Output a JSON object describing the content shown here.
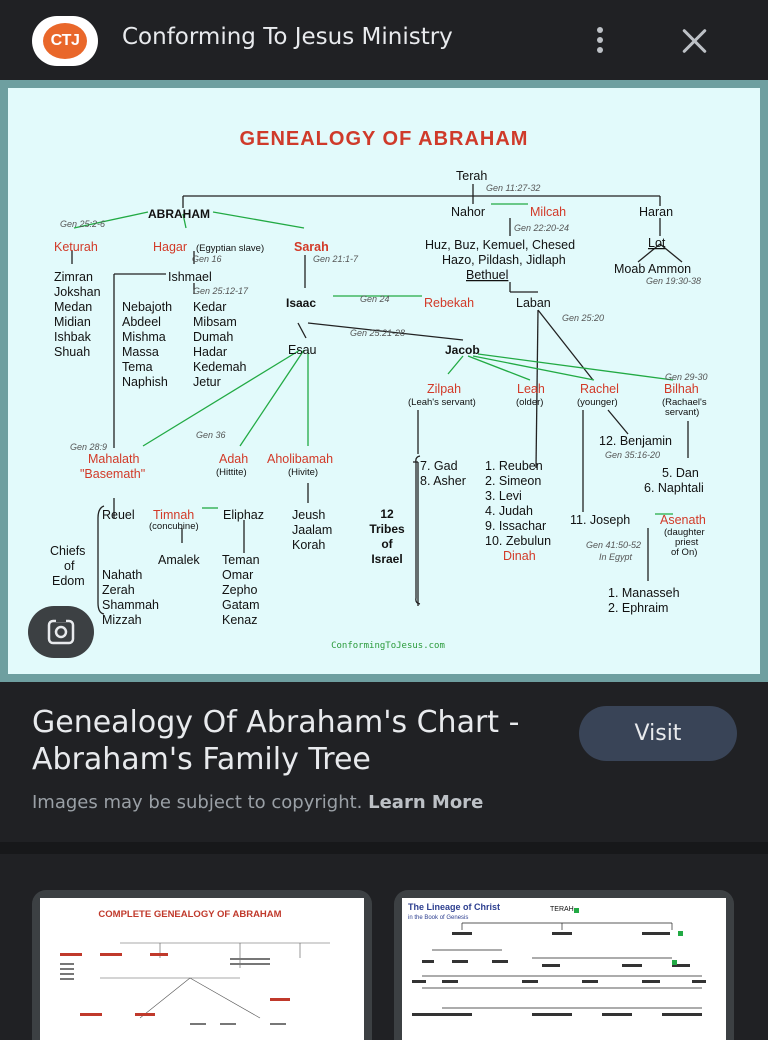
{
  "header": {
    "logo_text": "CTJ",
    "site_name": "Conforming To Jesus Ministry",
    "menu_icon": "more-vert-icon",
    "close_icon": "close-icon"
  },
  "chart": {
    "title": "GENEALOGY OF ABRAHAM",
    "watermark": "ConformingToJesus.com",
    "people": {
      "terah": "Terah",
      "abraham": "ABRAHAM",
      "nahor": "Nahor",
      "milcah": "Milcah",
      "haran": "Haran",
      "keturah": "Keturah",
      "hagar": "Hagar",
      "hagar_note": "(Egyptian slave)",
      "sarah": "Sarah",
      "nahor_sons_1": "Huz, Buz, Kemuel, Chesed",
      "nahor_sons_2": "Hazo, Pildash, Jidlaph",
      "bethuel": "Bethuel",
      "lot": "Lot",
      "moab_ammon": "Moab  Ammon",
      "keturah_sons": [
        "Zimran",
        "Jokshan",
        "Medan",
        "Midian",
        "Ishbak",
        "Shuah"
      ],
      "ishmael": "Ishmael",
      "ishmael_sons_1": [
        "Nebajoth",
        "Abdeel",
        "Mishma",
        "Massa",
        "Tema",
        "Naphish"
      ],
      "ishmael_sons_2": [
        "Kedar",
        "Mibsam",
        "Dumah",
        "Hadar",
        "Kedemah",
        "Jetur"
      ],
      "isaac": "Isaac",
      "rebekah": "Rebekah",
      "laban": "Laban",
      "esau": "Esau",
      "jacob": "Jacob",
      "zilpah": "Zilpah",
      "zilpah_note": "(Leah's servant)",
      "leah": "Leah",
      "leah_note": "(older)",
      "rachel": "Rachel",
      "rachel_note": "(younger)",
      "bilhah": "Bilhah",
      "bilhah_note_1": "(Rachael's",
      "bilhah_note_2": "servant)",
      "benjamin": "12. Benjamin",
      "mahalath": "Mahalath",
      "basemath": "\"Basemath\"",
      "adah": "Adah",
      "adah_note": "(Hittite)",
      "aholibamah": "Aholibamah",
      "aholibamah_note": "(Hivite)",
      "zilpah_sons": [
        "7. Gad",
        "8. Asher"
      ],
      "leah_sons": [
        "1. Reuben",
        "2. Simeon",
        "3. Levi",
        "4. Judah",
        "9. Issachar",
        "10. Zebulun"
      ],
      "dinah": "Dinah",
      "bilhah_sons": [
        "5. Dan",
        "6. Naphtali"
      ],
      "twelve_tribes": [
        "12",
        "Tribes",
        "of",
        "Israel"
      ],
      "joseph": "11. Joseph",
      "asenath": "Asenath",
      "asenath_note": [
        "(daughter",
        "priest",
        "of On)"
      ],
      "in_egypt": "In Egypt",
      "joseph_sons": [
        "1. Manasseh",
        "2. Ephraim"
      ],
      "reuel": "Reuel",
      "timnah": "Timnah",
      "timnah_note": "(concubine)",
      "eliphaz": "Eliphaz",
      "jeush_sons": [
        "Jeush",
        "Jaalam",
        "Korah"
      ],
      "chiefs": [
        "Chiefs",
        "of",
        "Edom"
      ],
      "reuel_sons": [
        "Nahath",
        "Zerah",
        "Shammah",
        "Mizzah"
      ],
      "amalek": "Amalek",
      "eliphaz_sons": [
        "Teman",
        "Omar",
        "Zepho",
        "Gatam",
        "Kenaz"
      ]
    },
    "refs": {
      "terah": "Gen 11:27-32",
      "keturah": "Gen 25:2-6",
      "hagar": "Gen 16",
      "sarah": "Gen 21:1-7",
      "milcah": "Gen 22:20-24",
      "ishmael": "Gen 25:12-17",
      "lot": "Gen 19:30-38",
      "rebekah": "Gen 24",
      "laban": "Gen 25:20",
      "esau_jacob": "Gen 25:21-28",
      "bilhah": "Gen 29-30",
      "mahalath": "Gen 28:9",
      "adah": "Gen 36",
      "benjamin": "Gen 35:16-20",
      "joseph": "Gen 41:50-52"
    }
  },
  "info": {
    "title": "Genealogy Of Abraham's Chart - Abraham's Family Tree",
    "visit_label": "Visit",
    "copyright_text": "Images may be subject to copyright.",
    "learn_more": "Learn More"
  },
  "related": {
    "thumb1_title": "COMPLETE GENEALOGY OF ABRAHAM",
    "thumb2_title": "The Lineage of Christ",
    "thumb2_subtitle": "in the Book of Genesis",
    "thumb2_terah": "TERAH"
  }
}
